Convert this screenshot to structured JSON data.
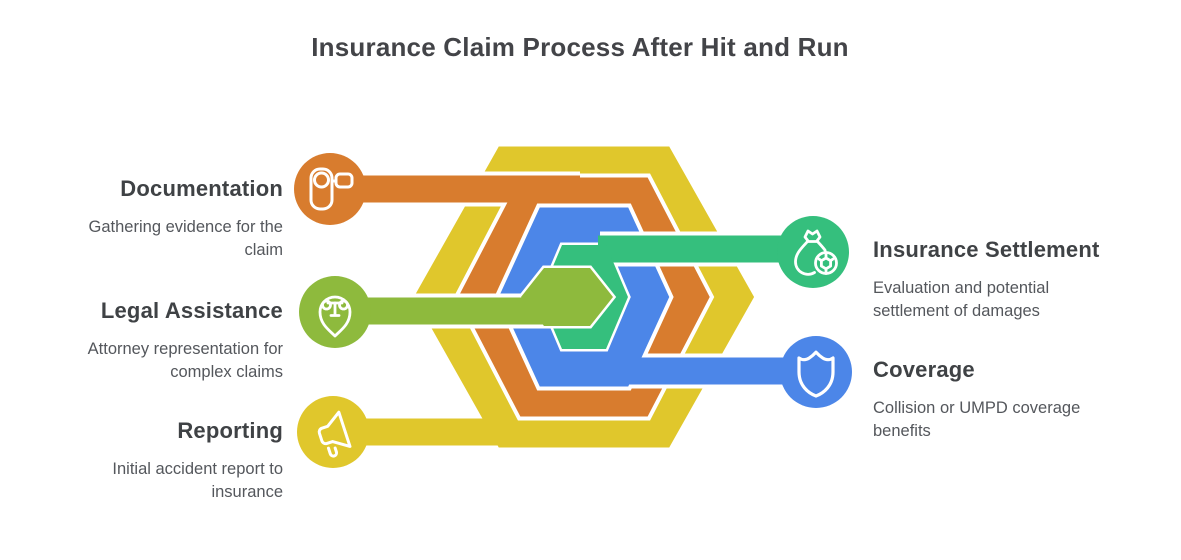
{
  "title": "Insurance Claim Process After Hit and Run",
  "colors": {
    "orange": "#d87c2e",
    "olive_green": "#8eba3d",
    "yellow": "#e0c72c",
    "emerald_green": "#35bf7d",
    "blue": "#4c86e8",
    "heading_text": "#3f4245",
    "body_text": "#54575c",
    "background": "#ffffff"
  },
  "items": [
    {
      "id": "documentation",
      "title": "Documentation",
      "description": "Gathering evidence for the claim",
      "color": "#d87c2e",
      "icon": "video-camera-icon",
      "side": "left"
    },
    {
      "id": "legal-assistance",
      "title": "Legal Assistance",
      "description": "Attorney representation for complex claims",
      "color": "#8eba3d",
      "icon": "scales-of-justice-icon",
      "side": "left"
    },
    {
      "id": "reporting",
      "title": "Reporting",
      "description": "Initial accident report to insurance",
      "color": "#e0c72c",
      "icon": "megaphone-icon",
      "side": "left"
    },
    {
      "id": "insurance-settlement",
      "title": "Insurance Settlement",
      "description": "Evaluation and potential settlement of damages",
      "color": "#35bf7d",
      "icon": "money-bag-icon",
      "side": "right"
    },
    {
      "id": "coverage",
      "title": "Coverage",
      "description": "Collision or UMPD coverage benefits",
      "color": "#4c86e8",
      "icon": "shield-icon",
      "side": "right"
    }
  ]
}
